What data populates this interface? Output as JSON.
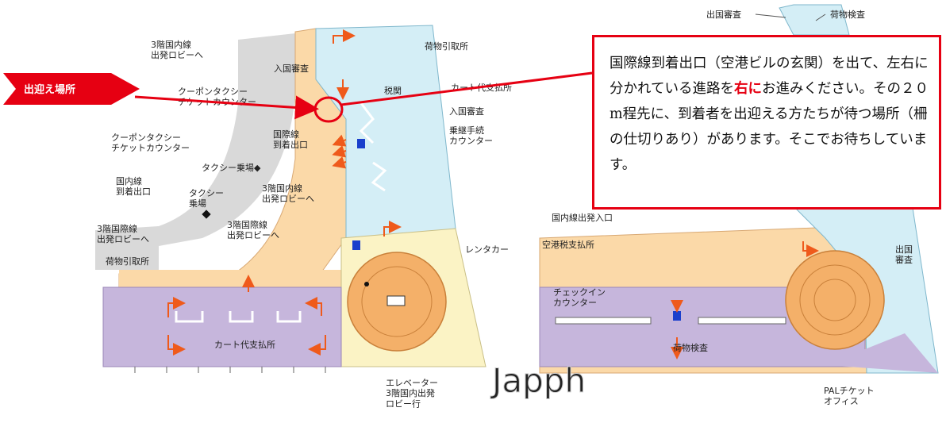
{
  "callout": {
    "text_before": "国際線到着出口（空港ビルの玄関）を出て、左右に分かれている進路を",
    "text_highlight": "右に",
    "text_after": "お進みください。その２０m程先に、到着者を出迎える方たちが待つ場所（柵の仕切りあり）があります。そこでお待ちしています。"
  },
  "pickup_label": "出迎え場所",
  "watermark": "Japph",
  "colors": {
    "accent_red": "#e60012",
    "terminal_tan": "#fbd9a8",
    "arrival_hall_purple": "#c6b6dc",
    "customs_blue": "#d4eef6",
    "elevator_orange": "#f4b069",
    "plaza_yellow": "#fbf3c5",
    "arrow_orange": "#ef5a1b"
  },
  "labels_left": {
    "domestic_3f_departure_lobby_1": "3階国内線\n出発ロビーへ",
    "immigration_1": "入国審査",
    "baggage_claim_1": "荷物引取所",
    "customs": "税関",
    "cart_fee_1": "カート代支払所",
    "coupon_taxi_1": "クーポンタクシー\nチケットカウンター",
    "immigration_2": "入国審査",
    "transit_counter": "乗継手続\nカウンター",
    "intl_arrival_exit": "国際線\n到着出口",
    "coupon_taxi_2": "クーポンタクシー\nチケットカウンター",
    "taxi_stand_1": "タクシー乗場◆",
    "domestic_arrival_exit": "国内線\n到着出口",
    "taxi_stand_2": "タクシー\n乗場",
    "domestic_3f_departure_lobby_2": "3階国内線\n出発ロビーへ",
    "intl_3f_departure_lobby_1": "3階国際線\n出発ロビーへ",
    "intl_3f_departure_lobby_2": "3階国際線\n出発ロビーへ",
    "baggage_claim_2": "荷物引取所",
    "rental_car": "レンタカー",
    "cart_fee_2": "カート代支払所",
    "elevator": "エレベーター\n3階国内出発\nロビー行"
  },
  "labels_right": {
    "departure_inspection": "出国審査",
    "baggage_inspection_1": "荷物検査",
    "domestic_departure_entrance": "国内線出発入口",
    "airport_tax": "空港税支払所",
    "checkin_counter": "チェックイン\nカウンター",
    "baggage_inspection_2": "荷物検査",
    "departure_inspection_2": "出国\n審査",
    "pal_ticket_office": "PALチケット\nオフィス"
  }
}
